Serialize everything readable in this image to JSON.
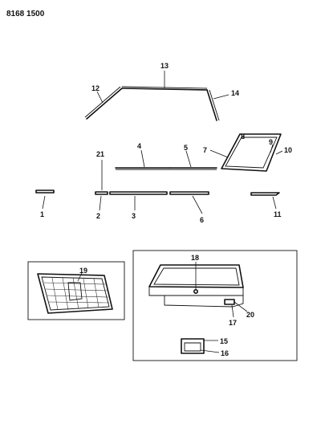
{
  "header": {
    "code": "8168 1500"
  },
  "callouts": [
    {
      "id": "c1",
      "label": "1"
    },
    {
      "id": "c2",
      "label": "2"
    },
    {
      "id": "c3",
      "label": "3"
    },
    {
      "id": "c4",
      "label": "4"
    },
    {
      "id": "c5",
      "label": "5"
    },
    {
      "id": "c6",
      "label": "6"
    },
    {
      "id": "c7",
      "label": "7"
    },
    {
      "id": "c8",
      "label": "8"
    },
    {
      "id": "c9",
      "label": "9"
    },
    {
      "id": "c10",
      "label": "10"
    },
    {
      "id": "c11",
      "label": "11"
    },
    {
      "id": "c12",
      "label": "12"
    },
    {
      "id": "c13",
      "label": "13"
    },
    {
      "id": "c14",
      "label": "14"
    },
    {
      "id": "c15",
      "label": "15"
    },
    {
      "id": "c16",
      "label": "16"
    },
    {
      "id": "c17",
      "label": "17"
    },
    {
      "id": "c18",
      "label": "18"
    },
    {
      "id": "c19",
      "label": "19"
    },
    {
      "id": "c20",
      "label": "20"
    },
    {
      "id": "c21",
      "label": "21"
    }
  ]
}
